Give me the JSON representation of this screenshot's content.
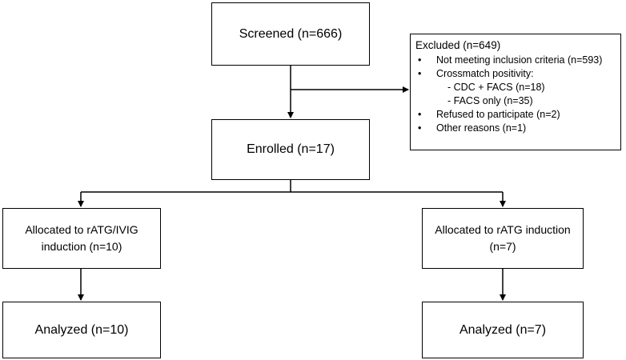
{
  "screened": {
    "label": "Screened (n=666)"
  },
  "excluded": {
    "title": "Excluded (n=649)",
    "bullets": [
      "Not meeting inclusion criteria (n=593)",
      "Crossmatch positivity:",
      "Refused to participate (n=2)",
      "Other reasons (n=1)"
    ],
    "sub_items": [
      "- CDC + FACS (n=18)",
      "- FACS only (n=35)"
    ],
    "bullet_symbol": "•"
  },
  "enrolled": {
    "label": "Enrolled (n=17)"
  },
  "arm_left": {
    "allocated_line1": "Allocated to rATG/IVIG",
    "allocated_line2": "induction (n=10)",
    "analyzed": "Analyzed (n=10)"
  },
  "arm_right": {
    "allocated_line1": "Allocated to rATG induction",
    "allocated_line2": "(n=7)",
    "analyzed": "Analyzed (n=7)"
  }
}
